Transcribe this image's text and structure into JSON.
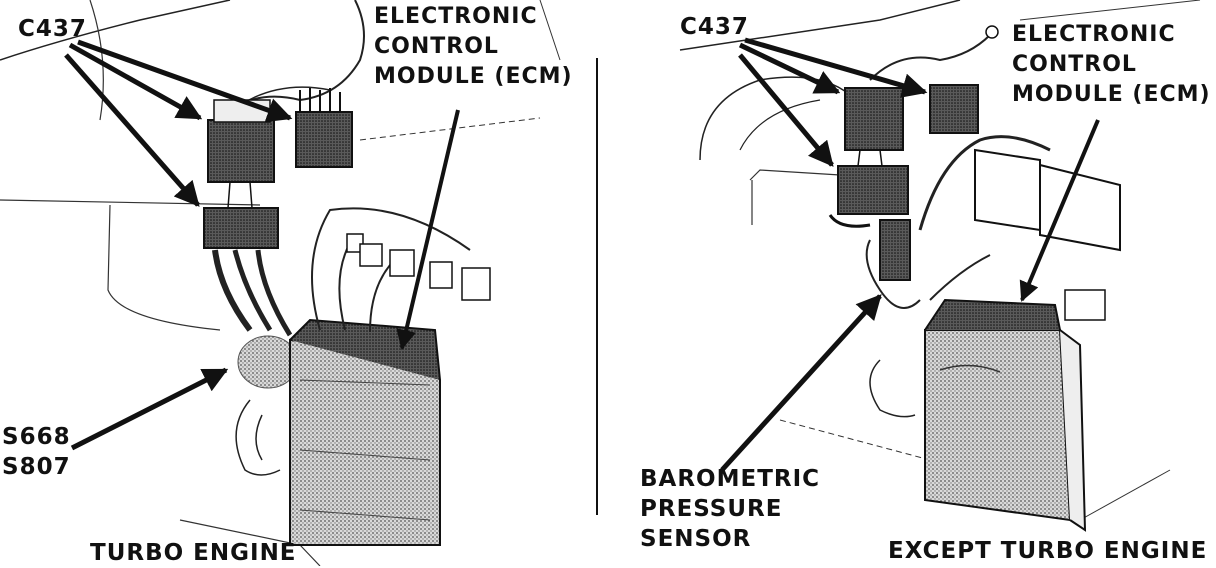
{
  "colors": {
    "ink": "#111111",
    "paper": "#ffffff",
    "shade": "#8a8a8a",
    "light": "#c8c8c8"
  },
  "left_panel": {
    "connector_label": "C437",
    "ecm_label": [
      "ELECTRONIC",
      "CONTROL",
      "MODULE (ECM)"
    ],
    "splice_labels": [
      "S668",
      "S807"
    ],
    "caption": "TURBO ENGINE"
  },
  "right_panel": {
    "connector_label": "C437",
    "ecm_label": [
      "ELECTRONIC",
      "CONTROL",
      "MODULE (ECM)"
    ],
    "sensor_label": [
      "BAROMETRIC",
      "PRESSURE",
      "SENSOR"
    ],
    "caption": "EXCEPT TURBO ENGINE"
  }
}
